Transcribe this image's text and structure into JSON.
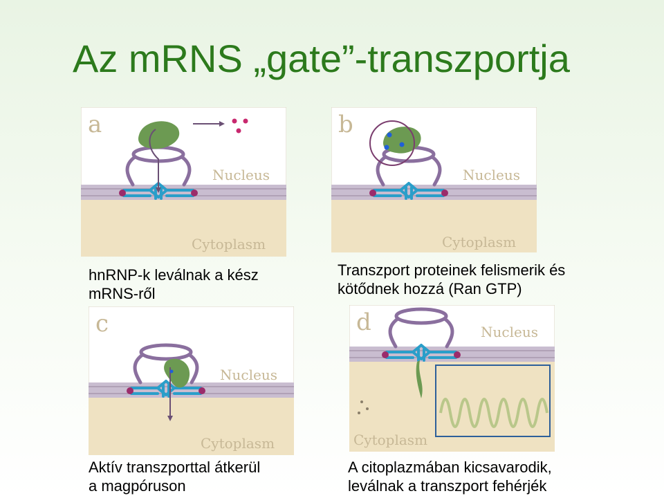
{
  "title": "Az mRNS „gate”-transzportja",
  "panels": [
    {
      "letter": "a",
      "nucleus_label": "Nucleus",
      "cytoplasm_label": "Cytoplasm",
      "caption": [
        "hnRNP-k leválnak a kész",
        "mRNS-ről"
      ]
    },
    {
      "letter": "b",
      "nucleus_label": "Nucleus",
      "cytoplasm_label": "Cytoplasm",
      "caption": [
        "Transzport proteinek felismerik és",
        "kötődnek hozzá (Ran GTP)"
      ]
    },
    {
      "letter": "c",
      "nucleus_label": "Nucleus",
      "cytoplasm_label": "Cytoplasm",
      "caption": [
        "Aktív transzporttal átkerül",
        "a magpóruson"
      ]
    },
    {
      "letter": "d",
      "nucleus_label": "Nucleus",
      "cytoplasm_label": "Cytoplasm",
      "caption": [
        "A citoplazmában kicsavarodik,",
        "leválnak  a transzport fehérjék"
      ]
    }
  ],
  "colors": {
    "title": "#2c7a1c",
    "nucleus_bg": "#ffffff",
    "membrane": "#c9bdd0",
    "cytoplasm_bg": "#efe2c2",
    "pore_blue": "#2a9ec9",
    "basket_purple": "#8a6f9e",
    "mrnp_green": "#6c9a52",
    "dot_pink": "#c8286e",
    "dot_blue": "#1f5fd8",
    "highlight_box": "#2d5f9a"
  }
}
